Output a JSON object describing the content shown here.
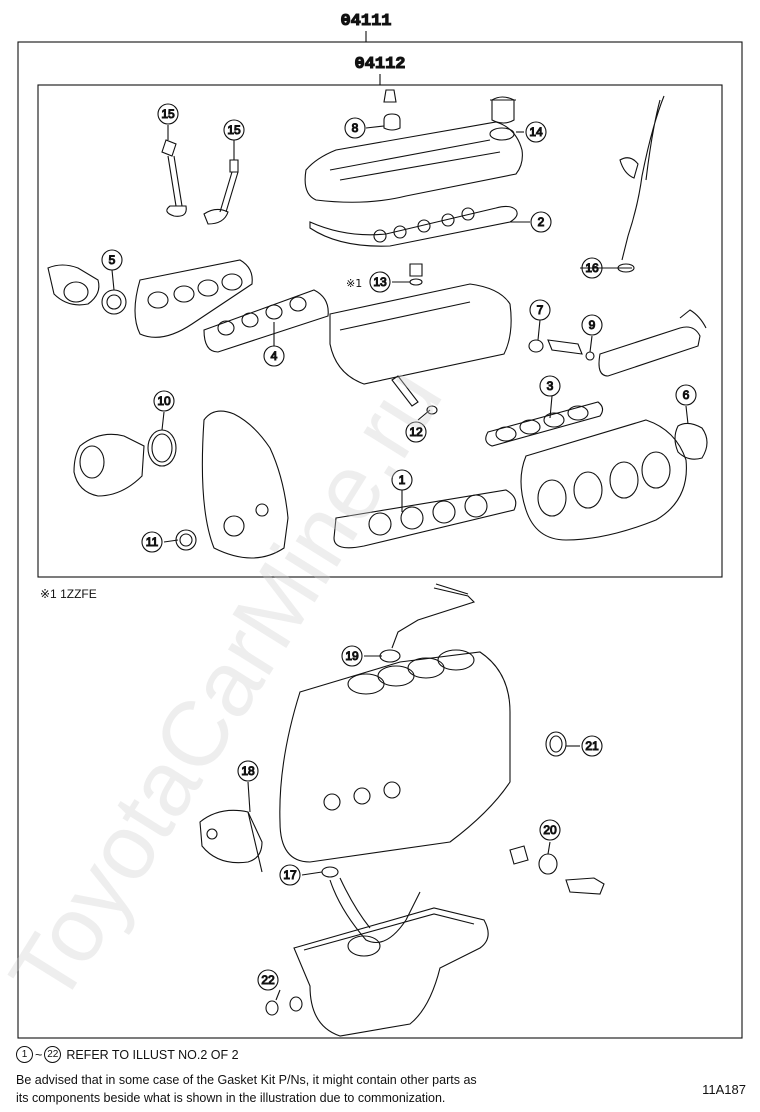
{
  "header": {
    "outer_kit_no": "04111",
    "inner_kit_no": "04112"
  },
  "engine_note": "※1  1ZZFE",
  "callout_13_prefix": "※1",
  "callouts": [
    "1",
    "2",
    "3",
    "4",
    "5",
    "6",
    "7",
    "8",
    "9",
    "10",
    "11",
    "12",
    "13",
    "14",
    "15",
    "16",
    "17",
    "18",
    "19",
    "20",
    "21",
    "22"
  ],
  "footer": {
    "refer_from": "1",
    "refer_tilde": "~",
    "refer_to": "22",
    "refer_text": "REFER TO ILLUST NO.2 OF 2",
    "advise_line1": "Be advised that in some case of the Gasket Kit P/Ns,  it might contain other parts as",
    "advise_line2": "its components beside what is shown in the illustration due to commonization.",
    "illustration_code": "11A187"
  },
  "watermark": "ToyotaCarMine.ru"
}
